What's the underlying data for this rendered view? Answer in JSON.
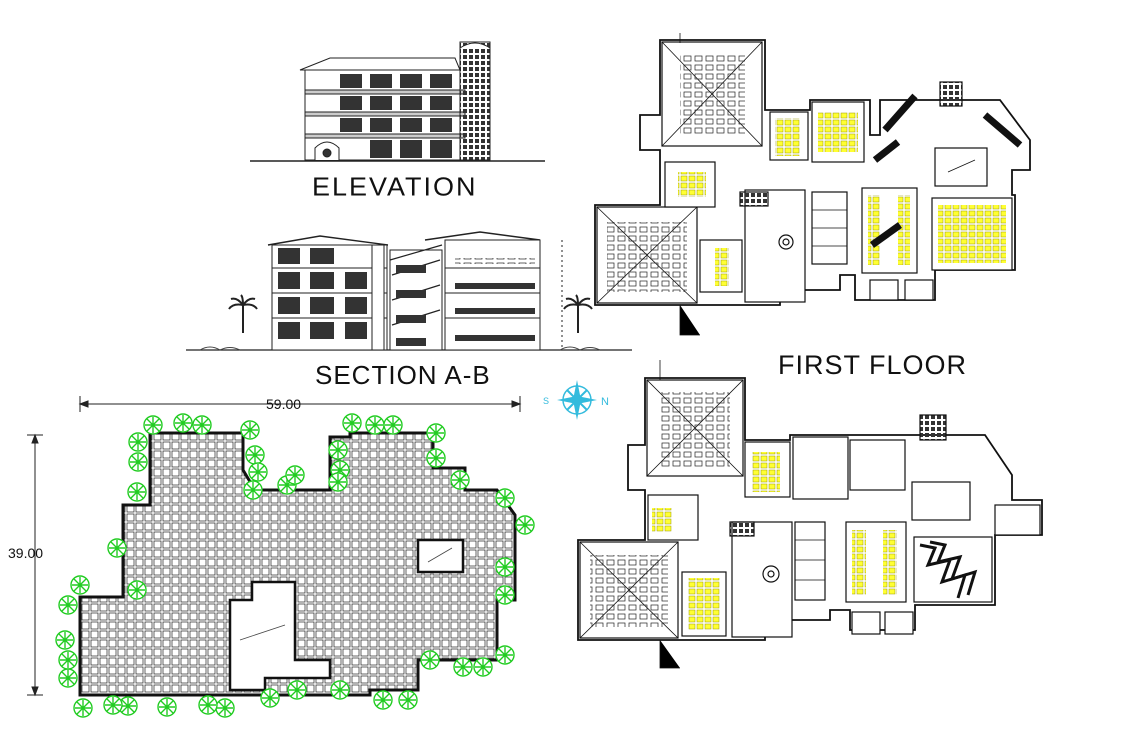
{
  "labels": {
    "elevation": "ELEVATION",
    "section": "SECTION A-B",
    "first_floor": "FIRST FLOOR",
    "dim_width": "59.00",
    "dim_height": "39.00",
    "compass_n": "N",
    "compass_s": "S"
  },
  "colors": {
    "line": "#111111",
    "furniture": "#ffff33",
    "tree": "#22cc22",
    "compass": "#33bbdd",
    "wall_fill": "#ffffff"
  }
}
